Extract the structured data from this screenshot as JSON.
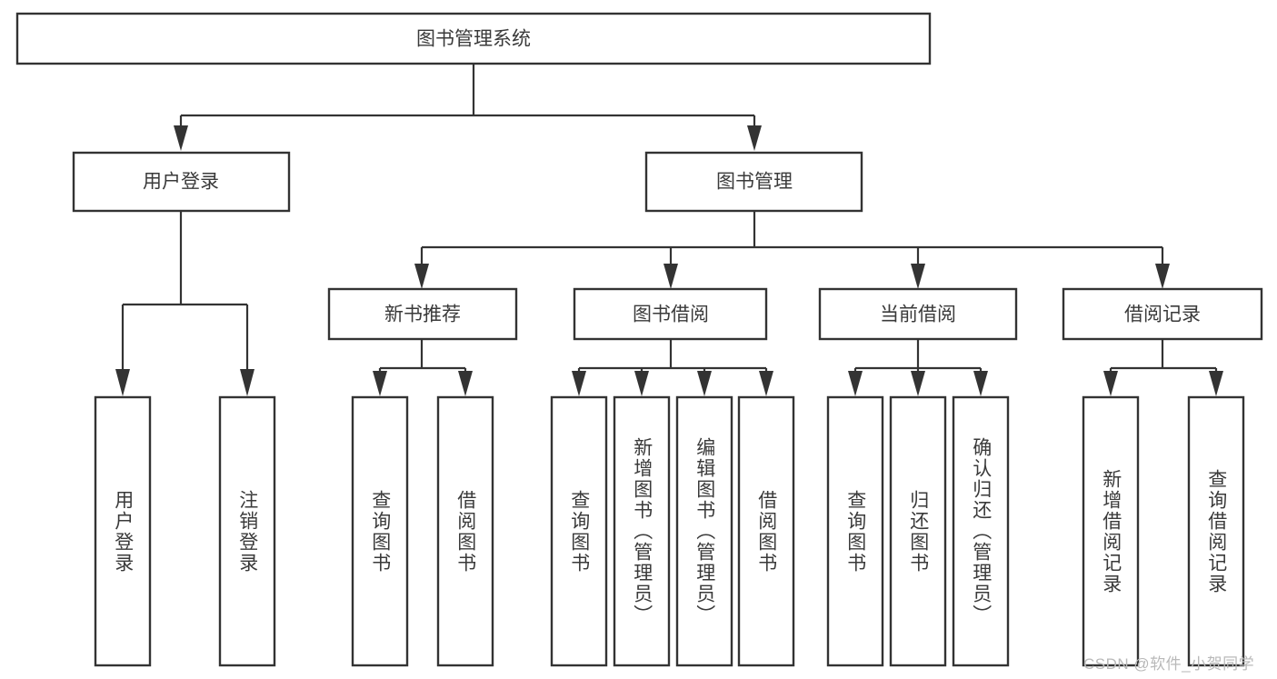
{
  "diagram": {
    "title": "图书管理系统",
    "type": "hierarchy-tree",
    "watermark": "CSDN @软件_小贺同学",
    "colors": {
      "background": "#ffffff",
      "box_fill": "#ffffff",
      "box_stroke": "#333333",
      "text": "#3a3a3a",
      "connector": "#333333",
      "watermark": "#b9b9b9"
    },
    "levels": {
      "root": {
        "id": "root",
        "label": "图书管理系统",
        "orientation": "horizontal"
      },
      "level2": [
        {
          "id": "user-login",
          "label": "用户登录",
          "orientation": "horizontal"
        },
        {
          "id": "book-management",
          "label": "图书管理",
          "orientation": "horizontal"
        }
      ],
      "level3": [
        {
          "id": "new-book-recommend",
          "label": "新书推荐",
          "orientation": "horizontal",
          "parent": "book-management"
        },
        {
          "id": "book-borrow",
          "label": "图书借阅",
          "orientation": "horizontal",
          "parent": "book-management"
        },
        {
          "id": "current-borrow",
          "label": "当前借阅",
          "orientation": "horizontal",
          "parent": "book-management"
        },
        {
          "id": "borrow-record",
          "label": "借阅记录",
          "orientation": "horizontal",
          "parent": "book-management"
        }
      ],
      "leaves": [
        {
          "id": "leaf-user-login",
          "label": "用户登录",
          "orientation": "vertical",
          "parent": "user-login"
        },
        {
          "id": "leaf-user-logout",
          "label": "注销登录",
          "orientation": "vertical",
          "parent": "user-login"
        },
        {
          "id": "leaf-query-book-1",
          "label": "查询图书",
          "orientation": "vertical",
          "parent": "new-book-recommend"
        },
        {
          "id": "leaf-borrow-book-1",
          "label": "借阅图书",
          "orientation": "vertical",
          "parent": "new-book-recommend"
        },
        {
          "id": "leaf-query-book-2",
          "label": "查询图书",
          "orientation": "vertical",
          "parent": "book-borrow"
        },
        {
          "id": "leaf-add-book",
          "label": "新增图书（管理员）",
          "orientation": "vertical",
          "parent": "book-borrow"
        },
        {
          "id": "leaf-edit-book",
          "label": "编辑图书（管理员）",
          "orientation": "vertical",
          "parent": "book-borrow"
        },
        {
          "id": "leaf-borrow-book-2",
          "label": "借阅图书",
          "orientation": "vertical",
          "parent": "book-borrow"
        },
        {
          "id": "leaf-query-book-3",
          "label": "查询图书",
          "orientation": "vertical",
          "parent": "current-borrow"
        },
        {
          "id": "leaf-return-book",
          "label": "归还图书",
          "orientation": "vertical",
          "parent": "current-borrow"
        },
        {
          "id": "leaf-confirm-return",
          "label": "确认归还（管理员）",
          "orientation": "vertical",
          "parent": "current-borrow"
        },
        {
          "id": "leaf-add-record",
          "label": "新增借阅记录",
          "orientation": "vertical",
          "parent": "borrow-record"
        },
        {
          "id": "leaf-query-record",
          "label": "查询借阅记录",
          "orientation": "vertical",
          "parent": "borrow-record"
        }
      ]
    }
  }
}
